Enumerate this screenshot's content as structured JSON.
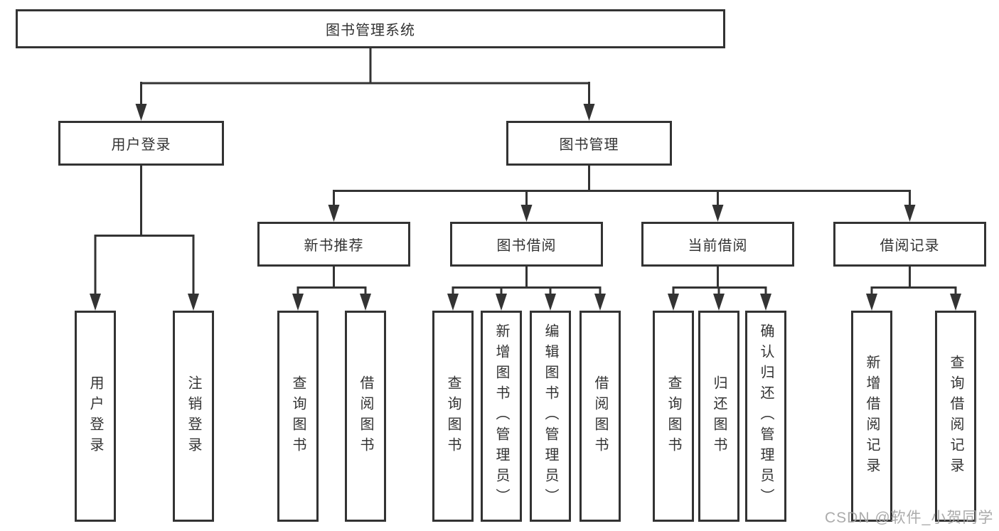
{
  "tree": {
    "label": "图书管理系统",
    "children": [
      {
        "label": "用户登录",
        "children": [
          {
            "label": "用户登录"
          },
          {
            "label": "注销登录"
          }
        ]
      },
      {
        "label": "图书管理",
        "children": [
          {
            "label": "新书推荐",
            "children": [
              {
                "label": "查询图书"
              },
              {
                "label": "借阅图书"
              }
            ]
          },
          {
            "label": "图书借阅",
            "children": [
              {
                "label": "查询图书"
              },
              {
                "label": "新增图书（管理员）"
              },
              {
                "label": "编辑图书（管理员）"
              },
              {
                "label": "借阅图书"
              }
            ]
          },
          {
            "label": "当前借阅",
            "children": [
              {
                "label": "查询图书"
              },
              {
                "label": "归还图书"
              },
              {
                "label": "确认归还（管理员）"
              }
            ]
          },
          {
            "label": "借阅记录",
            "children": [
              {
                "label": "新增借阅记录"
              },
              {
                "label": "查询借阅记录"
              }
            ]
          }
        ]
      }
    ]
  },
  "watermark": {
    "text": "CSDN @软件_小贺同学"
  },
  "colors": {
    "line": "#333333",
    "box_border": "#333333",
    "text": "#333333",
    "watermark": "#a4a4a4",
    "background": "#ffffff"
  }
}
